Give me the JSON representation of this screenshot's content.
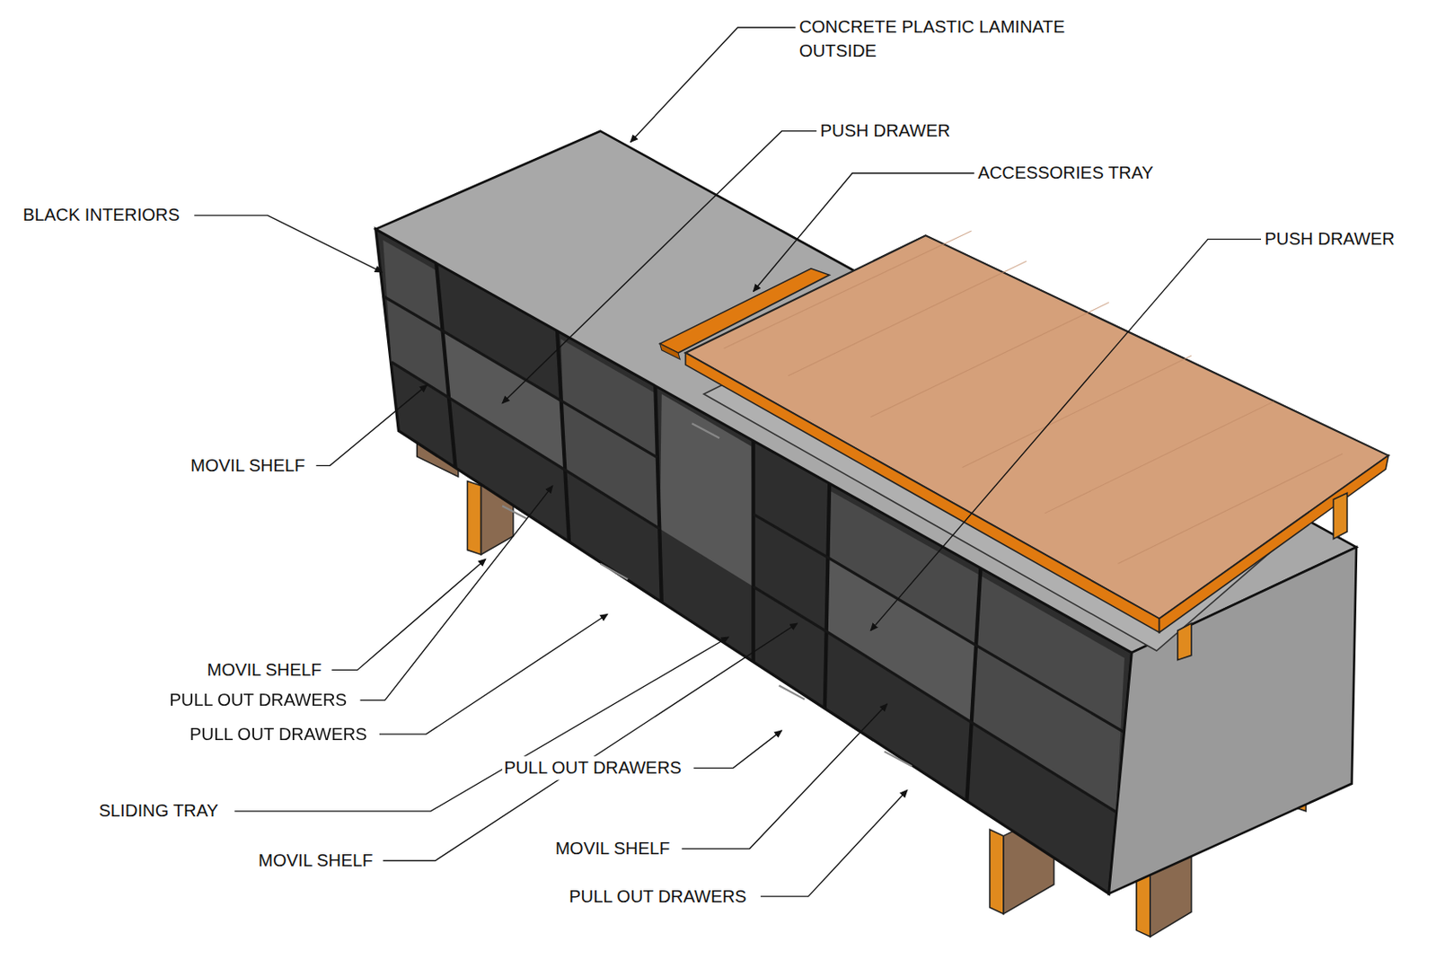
{
  "diagram": {
    "labels": [
      "CONCRETE PLASTIC LAMINATE OUTSIDE",
      "PUSH DRAWER",
      "ACCESSORIES TRAY",
      "BLACK INTERIORS",
      "PUSH DRAWER",
      "MOVIL SHELF",
      "MOVIL SHELF",
      "PULL OUT DRAWERS",
      "PULL OUT DRAWERS",
      "PULL OUT DRAWERS",
      "SLIDING TRAY",
      "MOVIL SHELF",
      "MOVIL SHELF",
      "PULL OUT DRAWERS"
    ]
  }
}
